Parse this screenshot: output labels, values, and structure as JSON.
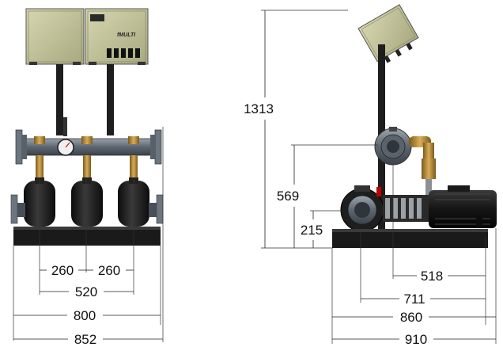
{
  "front_view": {
    "brand_label": "fMULTI",
    "dimensions": {
      "pitch_left": "260",
      "pitch_right": "260",
      "outer_pumps": "520",
      "base_width": "800",
      "overall_width": "852"
    }
  },
  "side_view": {
    "dimensions": {
      "overall_height": "1313",
      "manifold_height": "569",
      "pump_inlet_height": "215",
      "discharge_offset": "518",
      "inlet_offset": "711",
      "base_depth": "860",
      "overall_depth": "910"
    }
  },
  "colors": {
    "panel": "#c3c39a",
    "pump_body": "#1b1b1b",
    "brass": "#b58a3a",
    "steel": "#7f8a95"
  }
}
